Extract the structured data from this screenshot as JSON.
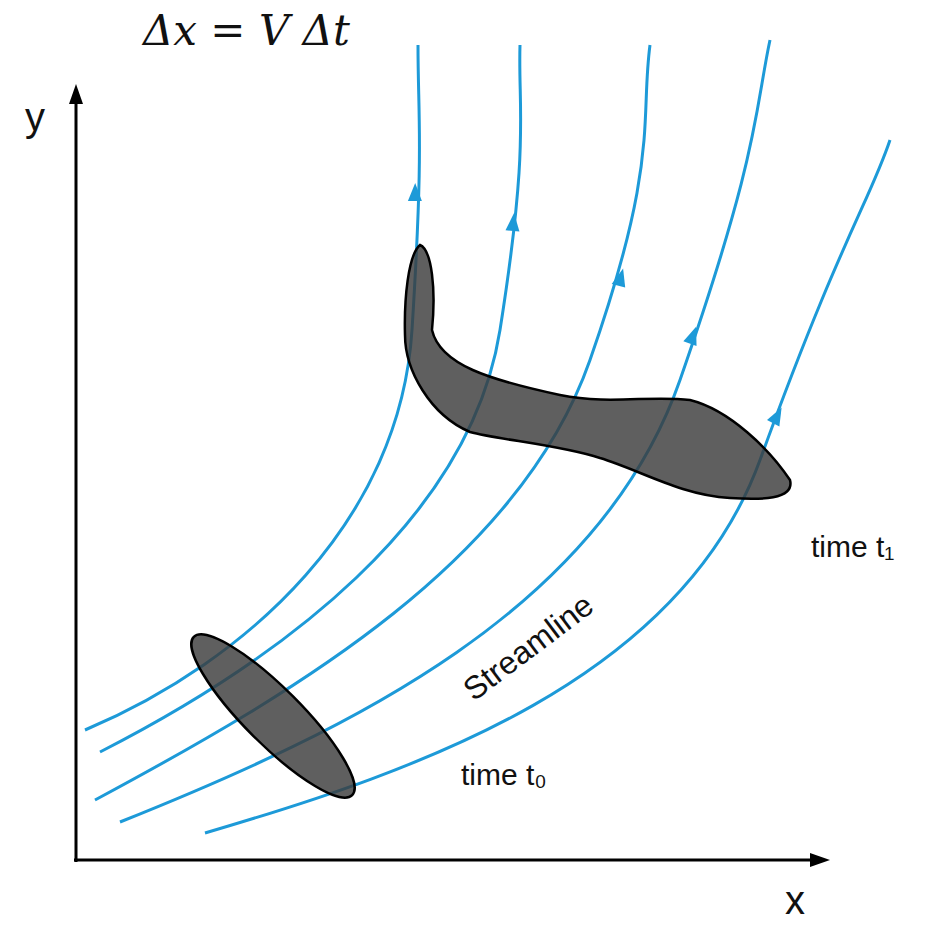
{
  "diagram": {
    "labels": [
      "Δx = V Δt",
      "y",
      "x",
      "Streamline",
      "time t₀",
      "time t₁"
    ]
  }
}
